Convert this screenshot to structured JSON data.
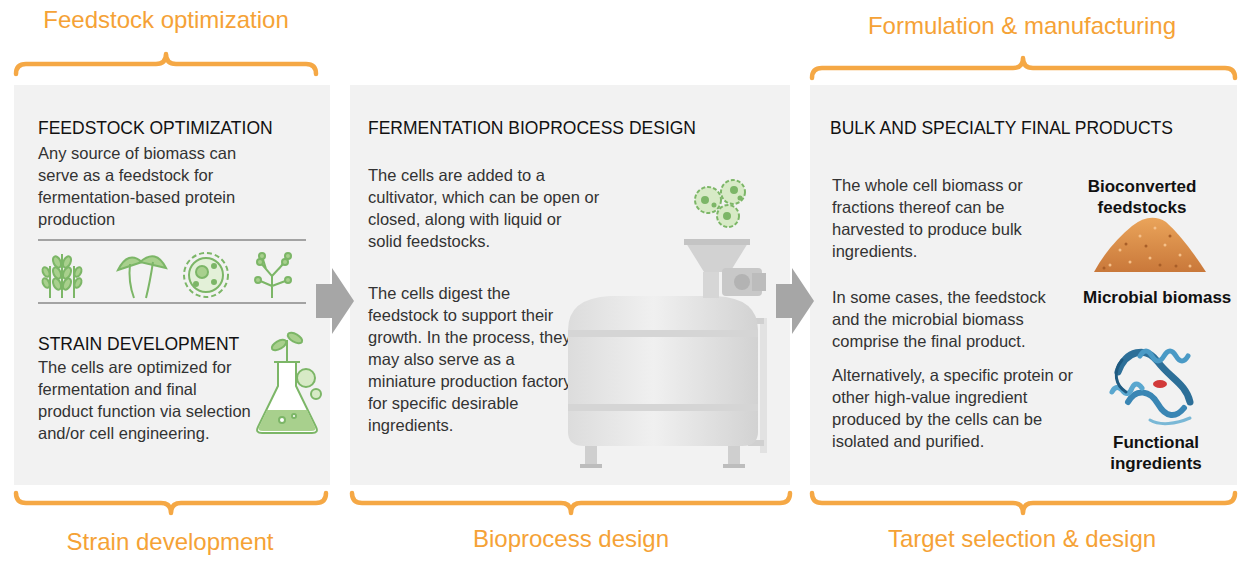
{
  "diagram": {
    "nodes": [
      {
        "text": [
          "FEEDSTOCK OPTIMIZATION",
          "Any source of biomass can serve as a feedstock for fermentation-based protein production",
          "STRAIN DEVELOPMENT",
          "The cells are optimized for fermentation and final product function via selection and/or cell engineering."
        ]
      },
      {
        "text": [
          "FERMENTATION BIOPROCESS DESIGN",
          "The cells are added to a cultivator, which can be open or closed, along with liquid or solid feedstocks.",
          "The cells digest the feedstock to support their growth. In the process, they may also serve as a miniature production factory for specific desirable ingredients."
        ]
      },
      {
        "text": [
          "BULK AND SPECIALTY FINAL PRODUCTS",
          "The whole cell biomass or fractions thereof can be harvested to produce bulk ingredients.",
          "In some cases, the feedstock and the microbial biomass comprise the final product.",
          "Alternatively, a specific protein or other high-value ingredient produced by the cells can be isolated and purified."
        ]
      }
    ],
    "edges": [
      {
        "from": 0,
        "to": 1,
        "arrow": "to"
      },
      {
        "from": 1,
        "to": 2,
        "arrow": "to"
      }
    ],
    "labels": [
      "Feedstock optimization",
      "Formulation & manufacturing",
      "Bioconverted feedstocks",
      "Microbial biomass",
      "Functional ingredients",
      "Strain development",
      "Bioprocess design",
      "Target selection & design"
    ]
  }
}
